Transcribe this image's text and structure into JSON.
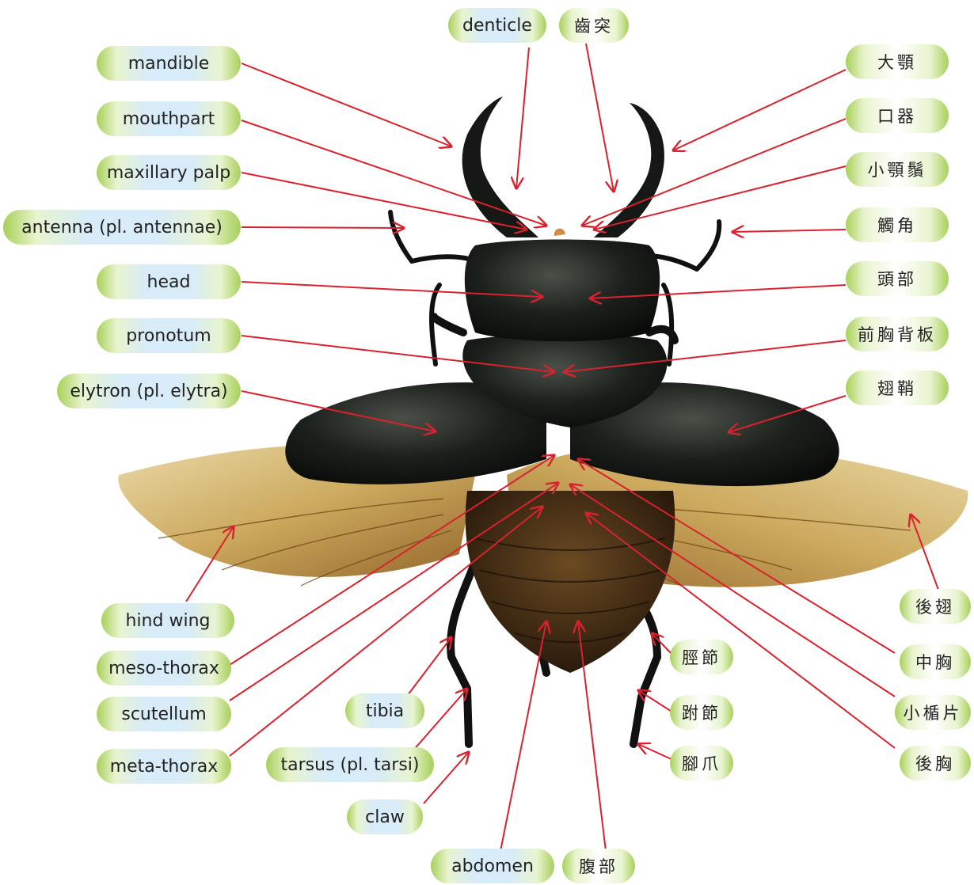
{
  "colors": {
    "arrow": "#d8222e",
    "pill_edge": "#a8d05a",
    "pill_center": "#ffffff"
  },
  "labels": {
    "left": {
      "mandible": "mandible",
      "mouthpart": "mouthpart",
      "maxillary_palp": "maxillary palp",
      "antenna": "antenna (pl. antennae)",
      "head": "head",
      "pronotum": "pronotum",
      "elytron": "elytron (pl. elytra)",
      "hind_wing": "hind wing",
      "meso_thorax": "meso-thorax",
      "scutellum": "scutellum",
      "meta_thorax": "meta-thorax"
    },
    "top": {
      "denticle": "denticle",
      "denticle_cn": "齒突"
    },
    "right": {
      "mandible_cn": "大顎",
      "mouthpart_cn": "口器",
      "maxillary_palp_cn": "小顎鬚",
      "antenna_cn": "觸角",
      "head_cn": "頭部",
      "pronotum_cn": "前胸背板",
      "elytron_cn": "翅鞘",
      "hind_wing_cn": "後翅",
      "meso_thorax_cn": "中胸",
      "scutellum_cn": "小楯片",
      "meta_thorax_cn": "後胸"
    },
    "legs": {
      "tibia": "tibia",
      "tarsus": "tarsus (pl. tarsi)",
      "claw": "claw",
      "tibia_cn": "脛節",
      "tarsus_cn": "跗節",
      "claw_cn": "腳爪"
    },
    "bottom": {
      "abdomen": "abdomen",
      "abdomen_cn": "腹部"
    }
  }
}
